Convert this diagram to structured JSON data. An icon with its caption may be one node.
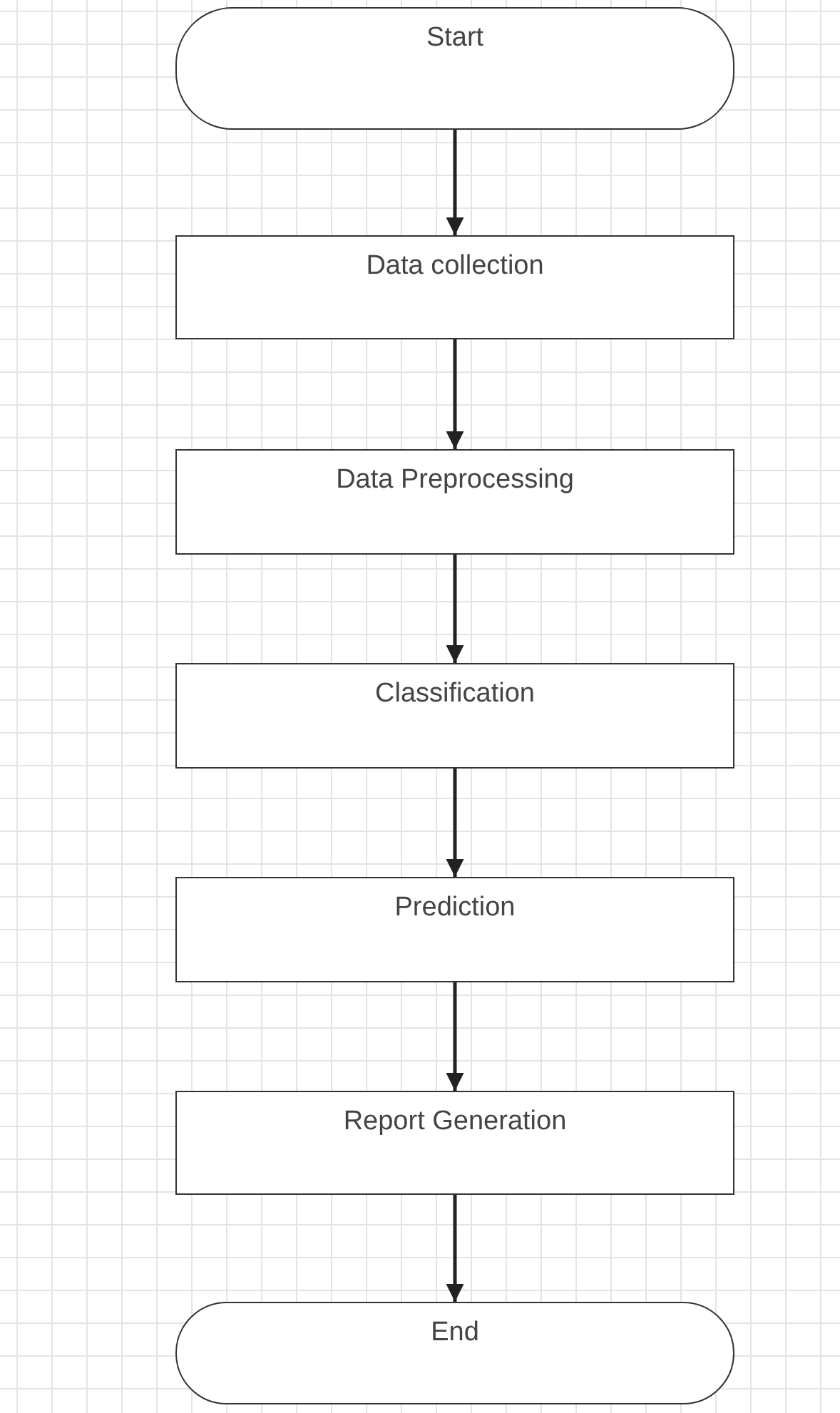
{
  "diagram": {
    "nodes": [
      {
        "text": [
          "Start"
        ]
      },
      {
        "text": [
          "Data collection"
        ]
      },
      {
        "text": [
          "Data Preprocessing"
        ]
      },
      {
        "text": [
          "Classification"
        ]
      },
      {
        "text": [
          "Prediction"
        ]
      },
      {
        "text": [
          "Report Generation"
        ]
      },
      {
        "text": [
          "End"
        ]
      }
    ],
    "edges": [
      {
        "from": 0,
        "to": 1,
        "arrow": "to"
      },
      {
        "from": 1,
        "to": 2,
        "arrow": "to"
      },
      {
        "from": 2,
        "to": 3,
        "arrow": "to"
      },
      {
        "from": 3,
        "to": 4,
        "arrow": "to"
      },
      {
        "from": 4,
        "to": 5,
        "arrow": "to"
      },
      {
        "from": 5,
        "to": 6,
        "arrow": "to"
      }
    ]
  }
}
